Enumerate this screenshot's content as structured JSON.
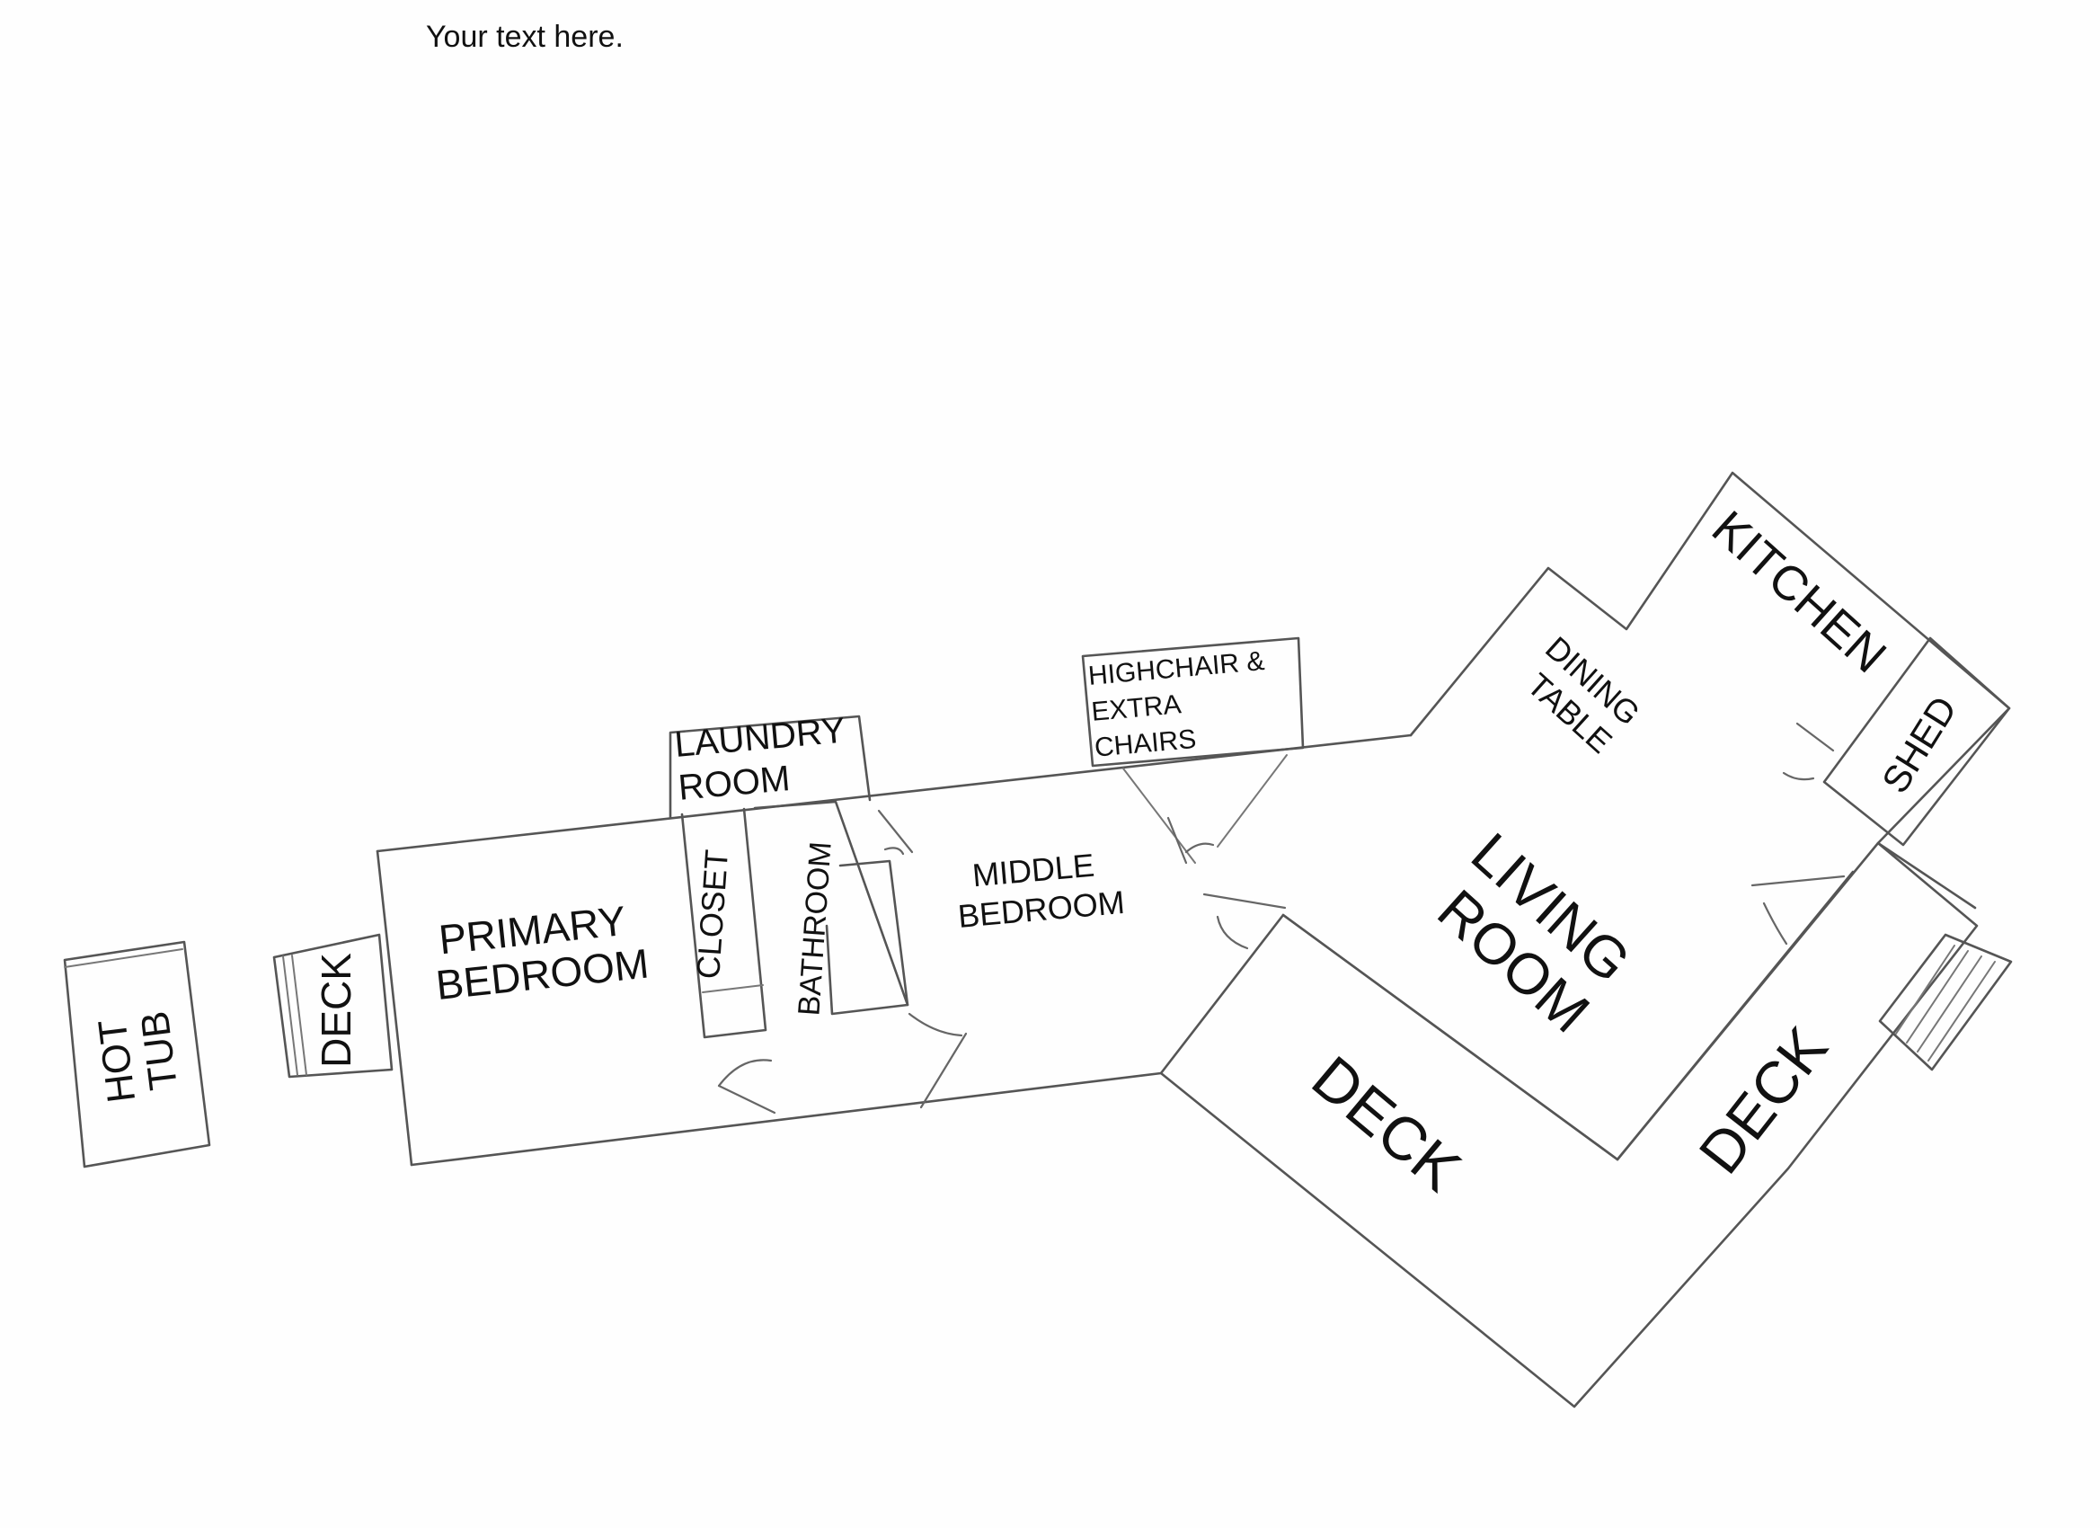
{
  "header": {
    "text": "Your text here."
  },
  "rooms": {
    "hot_tub": [
      "HOT",
      "TUB"
    ],
    "deck_west": "DECK",
    "primary_bedroom": [
      "PRIMARY",
      "BEDROOM"
    ],
    "closet": "CLOSET",
    "laundry_room": [
      "LAUNDRY",
      "ROOM"
    ],
    "bathroom": "BATHROOM",
    "middle_bedroom": [
      "MIDDLE",
      "BEDROOM"
    ],
    "highchair": [
      "HIGHCHAIR &",
      "EXTRA",
      "CHAIRS"
    ],
    "dining_table": [
      "DINING",
      "TABLE"
    ],
    "kitchen": "KITCHEN",
    "shed": "SHED",
    "living_room": [
      "LIVING",
      "ROOM"
    ],
    "deck_south": "DECK",
    "deck_east": "DECK"
  }
}
